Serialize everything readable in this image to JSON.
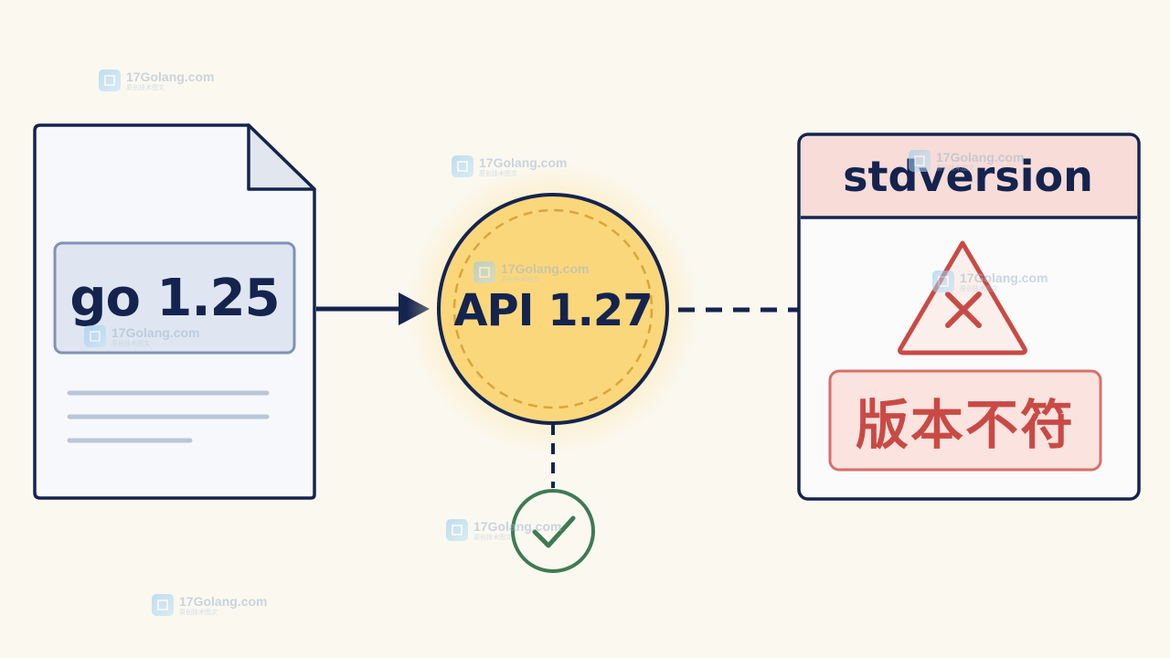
{
  "source_file": {
    "version_label": "go 1.25"
  },
  "api_node": {
    "label": "API 1.27"
  },
  "result_panel": {
    "title": "stdversion",
    "status_label": "版本不符"
  },
  "icons": {
    "file": "document-icon",
    "check": "check-circle-icon",
    "warning": "warning-triangle-x-icon"
  },
  "colors": {
    "navy": "#14244f",
    "api_fill": "#fbd77c",
    "api_glow": "#fde9b5",
    "error_red": "#c94a45",
    "error_fill": "#fbe3df",
    "success_green": "#3f7a55",
    "label_box_fill": "#dfe6f1",
    "background": "#fbf8f0"
  },
  "watermark": {
    "brand": "17Golang.com",
    "tagline": "原创技术图文"
  }
}
